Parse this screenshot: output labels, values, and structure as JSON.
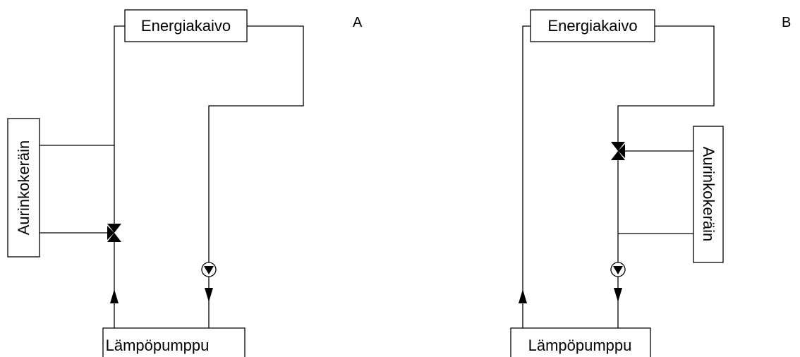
{
  "diagram_a": {
    "panel_label": "A",
    "energy_well": "Energiakaivo",
    "solar_collector": "Aurinkokeräin",
    "heat_pump": "Lämpöpumppu"
  },
  "diagram_b": {
    "panel_label": "B",
    "energy_well": "Energiakaivo",
    "solar_collector": "Aurinkokeräin",
    "heat_pump": "Lämpöpumppu"
  },
  "colors": {
    "line": "#000000",
    "background": "#ffffff"
  }
}
